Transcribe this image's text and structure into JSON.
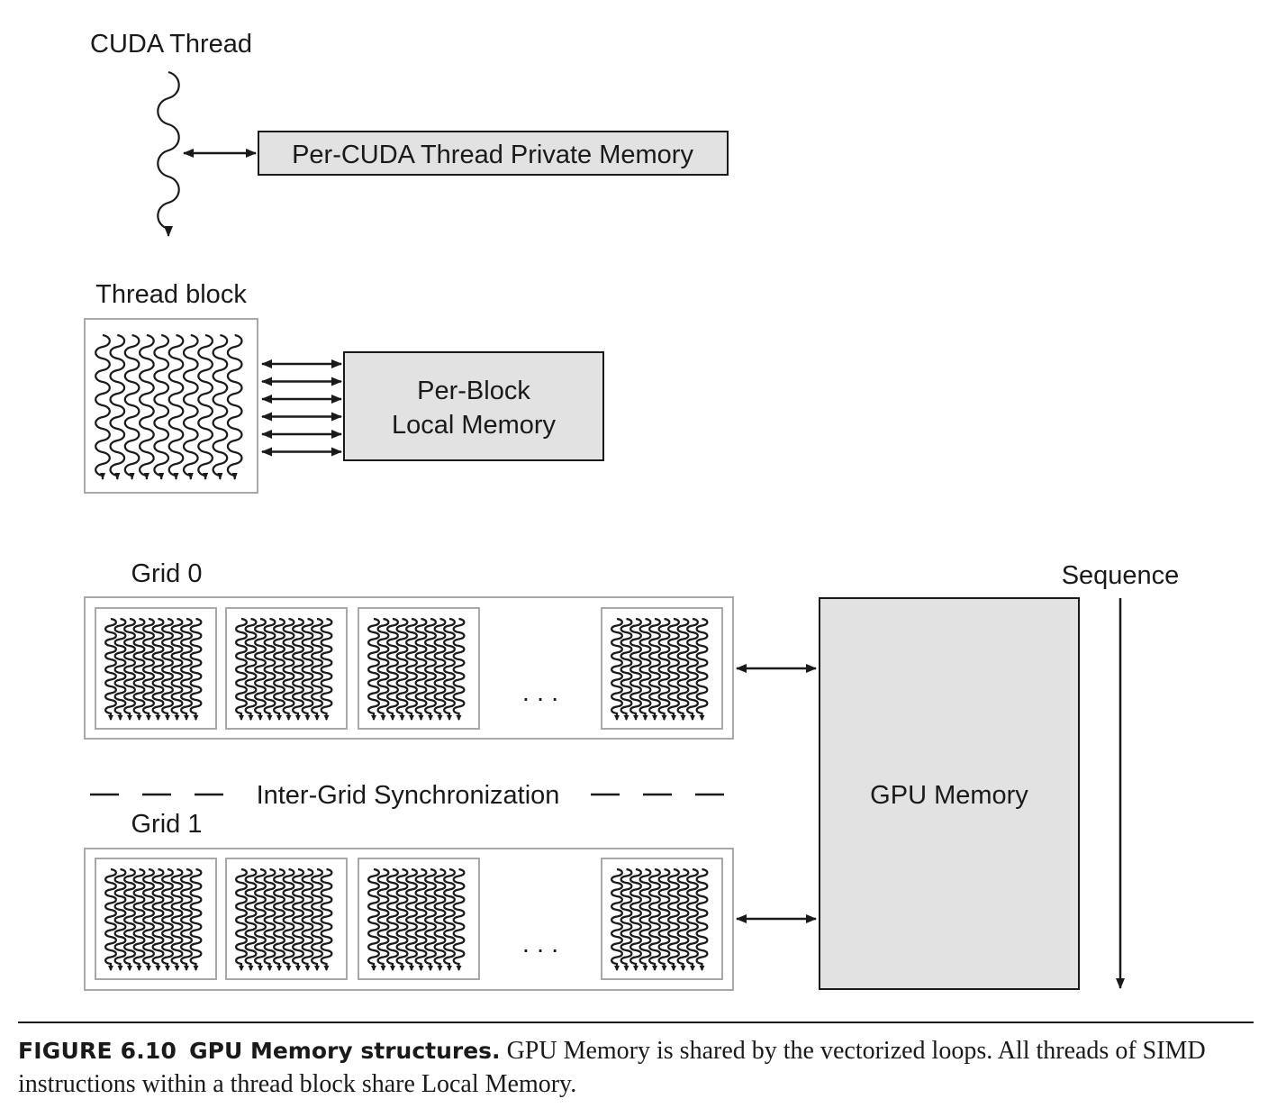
{
  "labels": {
    "cuda_thread": "CUDA Thread",
    "private_memory": "Per-CUDA Thread Private Memory",
    "thread_block": "Thread block",
    "local_memory_line1": "Per-Block",
    "local_memory_line2": "Local Memory",
    "grid0": "Grid 0",
    "grid1": "Grid 1",
    "sequence": "Sequence",
    "sync": "Inter-Grid Synchronization",
    "gpu_memory": "GPU Memory",
    "ellipsis": ". . ."
  },
  "caption": {
    "figure": "FIGURE 6.10",
    "title": "GPU Memory structures.",
    "text": "GPU Memory is shared by the vectorized loops. All threads of SIMD instructions within a thread block share Local Memory."
  },
  "colors": {
    "memory_box_fill": "#e2e2e2",
    "frame_stroke": "#a8a8a8",
    "ink": "#1a1a1a"
  }
}
